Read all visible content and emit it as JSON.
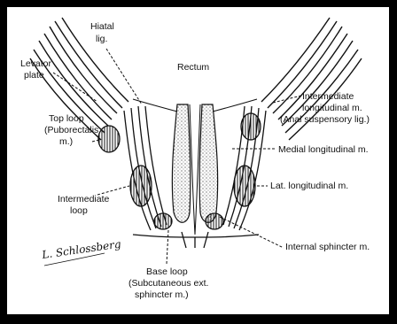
{
  "labels": {
    "hiatal": [
      "Hiatal",
      "lig."
    ],
    "levator": [
      "Levator",
      "plate"
    ],
    "rectum": "Rectum",
    "intermediate_longitudinal": [
      "Intermediate",
      "longitudinal m.",
      "(Anal suspensory lig.)"
    ],
    "top_loop": [
      "Top loop",
      "(Puborectalis",
      "m.)"
    ],
    "medial_longitudinal": "Medial longitudinal m.",
    "intermediate_loop": [
      "Intermediate",
      "loop"
    ],
    "lat_longitudinal": "Lat. longitudinal m.",
    "internal_sphincter": "Internal sphincter m.",
    "base_loop": [
      "Base loop",
      "(Subcutaneous ext.",
      "sphincter m.)"
    ]
  },
  "signature": "L. Schlossberg"
}
